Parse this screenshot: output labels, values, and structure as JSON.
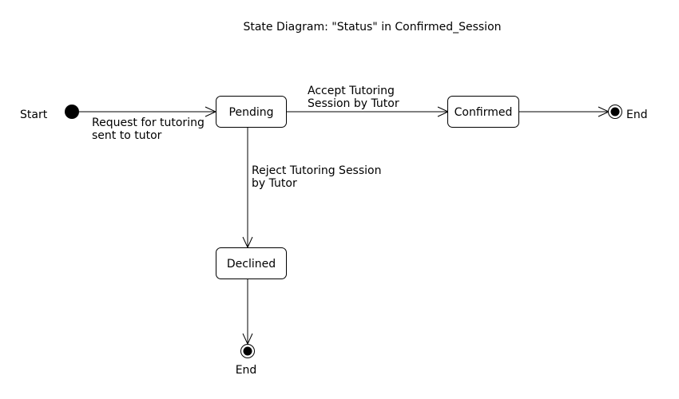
{
  "title": "State Diagram: \"Status\" in Confirmed_Session",
  "start": {
    "label": "Start"
  },
  "states": {
    "pending": "Pending",
    "confirmed": "Confirmed",
    "declined": "Declined"
  },
  "ends": {
    "right": "End",
    "bottom": "End"
  },
  "transitions": {
    "request": [
      "Request for tutoring",
      "sent to tutor"
    ],
    "accept": [
      "Accept Tutoring",
      "Session by Tutor"
    ],
    "reject": [
      "Reject Tutoring Session",
      "by Tutor"
    ]
  }
}
